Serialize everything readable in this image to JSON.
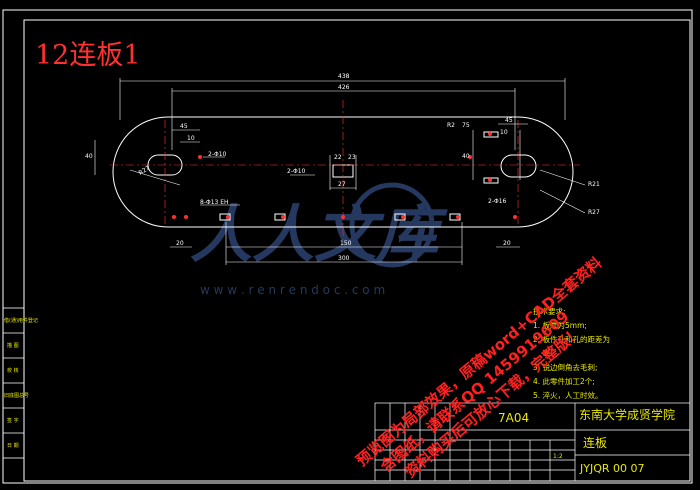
{
  "title": "12连板1",
  "dimensions": {
    "d438": "438",
    "d426": "426",
    "d45": "45",
    "d10": "10",
    "d40": "40",
    "r2_left": "R2",
    "d75": "75",
    "d45r": "45",
    "d10r": "10",
    "d40r": "40",
    "r21": "R21",
    "r27": "R27",
    "d150": "150",
    "d300": "300",
    "d20l": "20",
    "d20r": "20",
    "d27": "27",
    "d22": "22",
    "d23": "23",
    "r_left": "R27",
    "hole_note1": "2-Φ10",
    "hole_note2": "2-Φ10",
    "hole_note3": "8-Φ13 EH",
    "hole_note4": "2-Φ16"
  },
  "watermark": {
    "logo_text": "人人文库",
    "url": "w w w . r e n r e n d o c . c o m"
  },
  "tech_requirements": {
    "heading": "技术要求:",
    "items": [
      "1. 板厚为5mm;",
      "2. 板件孔和孔的距差为",
      "2;",
      "3. 锐边倒角去毛刺;",
      "4. 此零件加工2个;",
      "5. 淬火，人工时效。"
    ]
  },
  "diagonal_overlay": {
    "line1": "预览图为局部效果，原稿word+CAD全套资料",
    "line2": "含图纸，请联系QQ 1459919609",
    "line3": "资料购买后可放心下载，完整版！"
  },
  "side_labels": [
    "借(通)用件登记",
    "描 图",
    "校 核",
    "旧底图总号",
    "签 字",
    "日 期"
  ],
  "title_block": {
    "material": "7A04",
    "company": "东南大学成贤学院",
    "part_name": "连板",
    "drawing_no": "JYJQR 00 07",
    "scale": "1:2"
  },
  "colors": {
    "background": "#000000",
    "frame": "#ffffff",
    "title_red": "#ff3030",
    "tech_yellow": "#e8e800",
    "dimension_white": "#ffffff",
    "overlay_red": "#ff2020",
    "watermark_blue": "#2a3f6a"
  }
}
